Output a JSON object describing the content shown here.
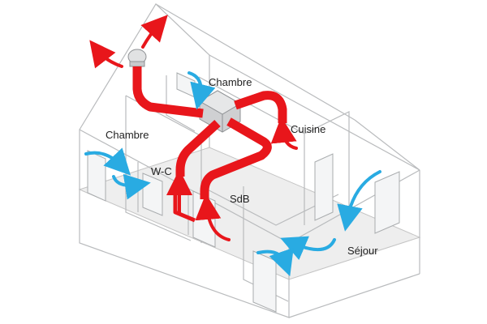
{
  "labels": {
    "chambre_top": "Chambre",
    "chambre_left": "Chambre",
    "cuisine": "Cuisine",
    "wc": "W-C",
    "sdb": "SdB",
    "sejour": "Séjour"
  },
  "colors": {
    "extract_air": "#e8161b",
    "fresh_air": "#29abe2",
    "walls": "#b9bbbd",
    "unit": "#d8d9da"
  }
}
